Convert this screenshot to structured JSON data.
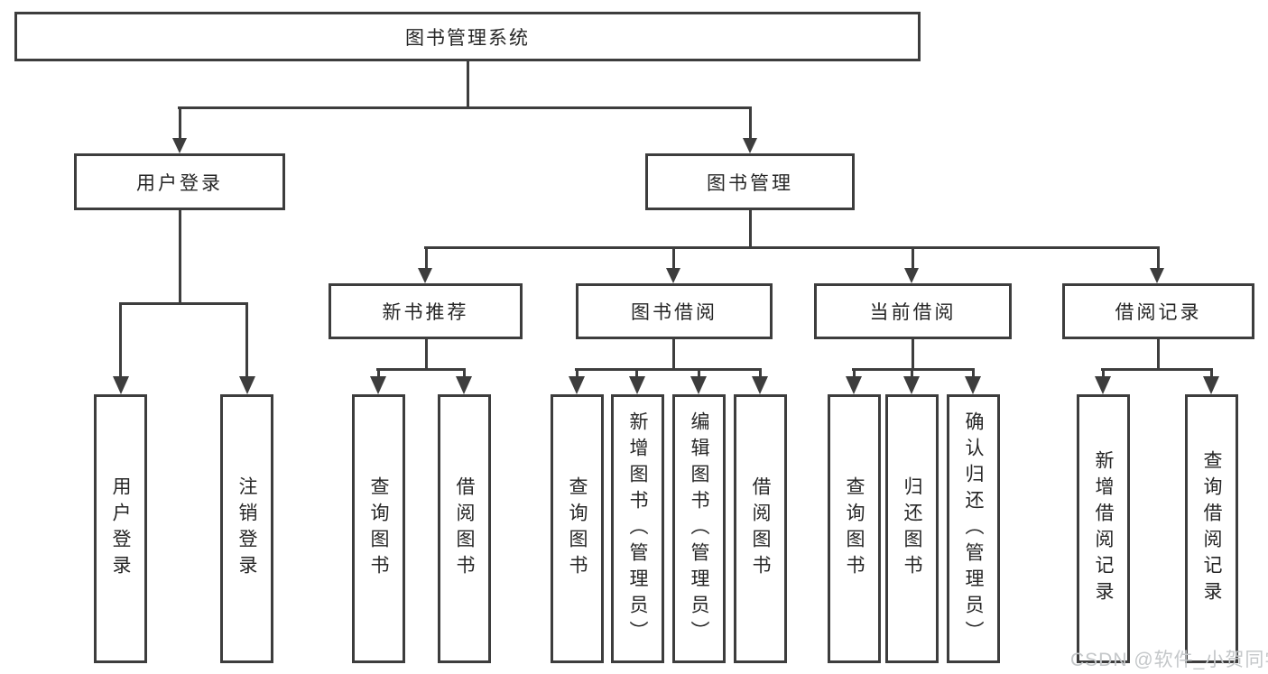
{
  "diagram": {
    "title": "图书管理系统",
    "nodes": {
      "root": "图书管理系统",
      "user_login": "用户登录",
      "book_mgmt": "图书管理",
      "new_book": "新书推荐",
      "book_borrow": "图书借阅",
      "current_borrow": "当前借阅",
      "borrow_records": "借阅记录",
      "leaf_user_login": "用户登录",
      "leaf_logout": "注销登录",
      "leaf_query_book_1": "查询图书",
      "leaf_borrow_book_1": "借阅图书",
      "leaf_query_book_2": "查询图书",
      "leaf_add_book": "新增图书（管理员）",
      "leaf_edit_book": "编辑图书（管理员）",
      "leaf_borrow_book_2": "借阅图书",
      "leaf_query_book_3": "查询图书",
      "leaf_return_book": "归还图书",
      "leaf_confirm_return": "确认归还（管理员）",
      "leaf_add_record": "新增借阅记录",
      "leaf_query_record": "查询借阅记录"
    },
    "watermark": "CSDN @软件_小贺同学",
    "colors": {
      "line": "#3d3d3d",
      "text": "#262626",
      "watermark": "#c4c7c9",
      "background": "#ffffff"
    }
  }
}
